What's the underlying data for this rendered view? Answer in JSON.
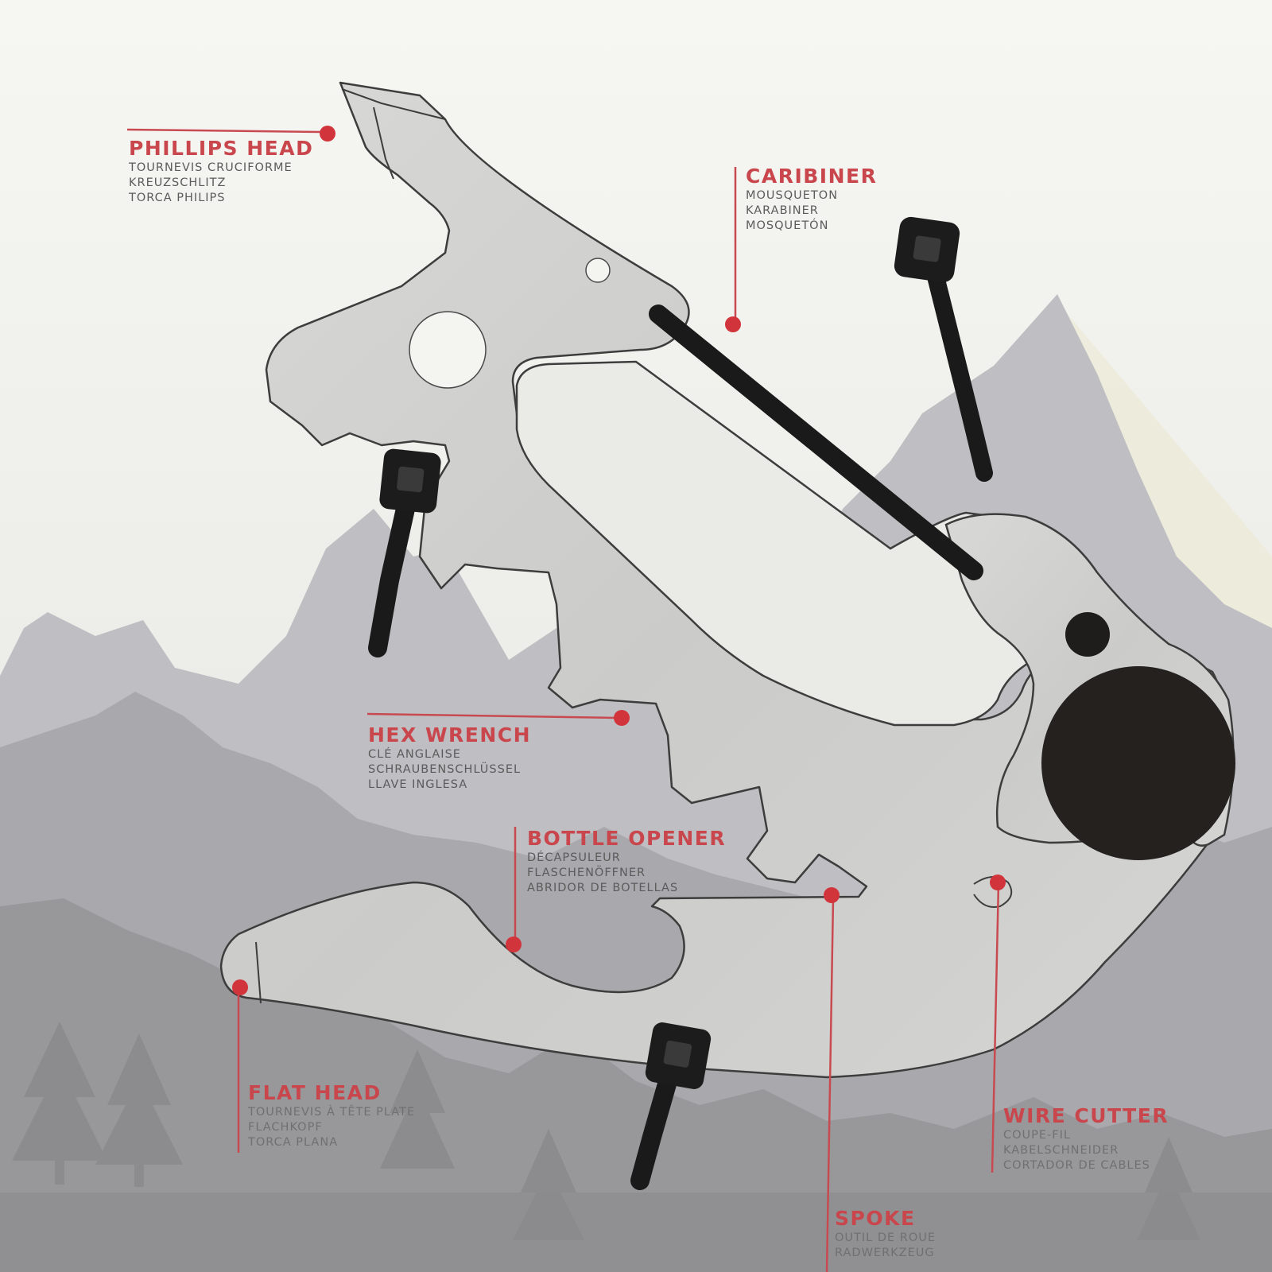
{
  "colors": {
    "background": "#f1f1ec",
    "accent_red": "#d2343c",
    "label_red": "#c8464c",
    "tool_silver": "#cfcfcd",
    "zip_tie": "#1b1b1b",
    "mountain_far": "#b8b8bc",
    "mountain_mid": "#a4a4a8",
    "mountain_near": "#8f8f92"
  },
  "callouts": {
    "phillips": {
      "title": "PHILLIPS HEAD",
      "lines": [
        "TOURNEVIS CRUCIFORME",
        "KREUZSCHLITZ",
        "TORCA PHILIPS"
      ]
    },
    "caribiner": {
      "title": "CARIBINER",
      "lines": [
        "MOUSQUETON",
        "KARABINER",
        "MOSQUETÓN"
      ]
    },
    "hex": {
      "title": "HEX WRENCH",
      "lines": [
        "CLÉ ANGLAISE",
        "SCHRAUBENSCHLÜSSEL",
        "LLAVE INGLESA"
      ]
    },
    "bottle": {
      "title": "BOTTLE OPENER",
      "lines": [
        "DÉCAPSULEUR",
        "FLASCHENÖFFNER",
        "ABRIDOR DE BOTELLAS"
      ]
    },
    "flat": {
      "title": "FLAT HEAD",
      "lines": [
        "TOURNEVIS À TÊTE PLATE",
        "FLACHKOPF",
        "TORCA PLANA"
      ]
    },
    "wire": {
      "title": "WIRE CUTTER",
      "lines": [
        "COUPE-FIL",
        "KABELSCHNEIDER",
        "CORTADOR DE CABLES"
      ]
    },
    "spoke": {
      "title": "SPOKE",
      "lines": [
        "OUTIL DE ROUE",
        "RADWERKZEUG"
      ]
    }
  }
}
